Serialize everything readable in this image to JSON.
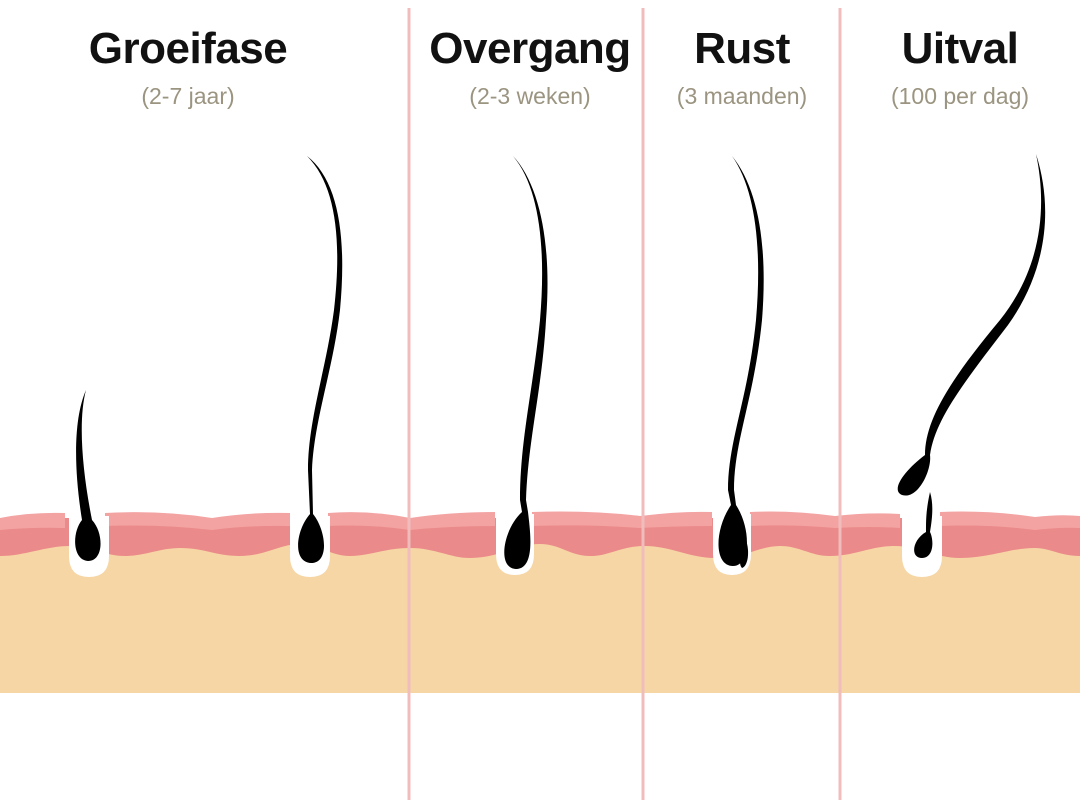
{
  "phases": [
    {
      "title": "Groeifase",
      "subtitle": "(2-7 jaar)"
    },
    {
      "title": "Overgang",
      "subtitle": "(2-3 weken)"
    },
    {
      "title": "Rust",
      "subtitle": "(3 maanden)"
    },
    {
      "title": "Uitval",
      "subtitle": "(100 per dag)"
    }
  ],
  "colors": {
    "skin": "#f6d6a5",
    "epidermis": "#eb8a8a",
    "epidermis_top": "#f4a3a3",
    "divider": "#f0bcbc",
    "hair": "#000000",
    "follicle": "#ffffff",
    "title": "#111111",
    "subtitle": "#9a9480"
  }
}
